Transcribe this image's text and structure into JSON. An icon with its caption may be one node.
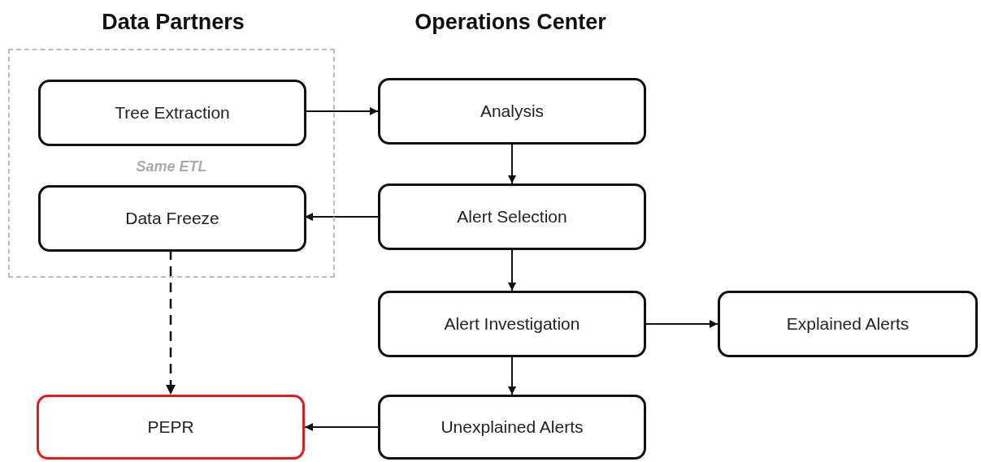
{
  "diagram": {
    "nodes": [
      {
        "text": [
          "Same ETL"
        ]
      },
      {
        "text": [
          "Tree Extraction"
        ],
        "in": 0
      },
      {
        "text": [
          "Data Freeze"
        ],
        "in": 0
      },
      {
        "text": [
          "Analysis"
        ]
      },
      {
        "text": [
          "Alert Selection"
        ]
      },
      {
        "text": [
          "Alert Investigation"
        ]
      },
      {
        "text": [
          "Explained Alerts"
        ]
      },
      {
        "text": [
          "PEPR"
        ]
      },
      {
        "text": [
          "Unexplained Alerts"
        ]
      }
    ],
    "edges": [
      {
        "from": 1,
        "to": 3,
        "arrow": "to"
      },
      {
        "from": 3,
        "to": 4,
        "arrow": "to"
      },
      {
        "from": 4,
        "to": 2,
        "arrow": "to"
      },
      {
        "from": 4,
        "to": 5,
        "arrow": "to"
      },
      {
        "from": 5,
        "to": 6,
        "arrow": "to"
      },
      {
        "from": 5,
        "to": 8,
        "arrow": "to"
      },
      {
        "from": 8,
        "to": 7,
        "arrow": "to"
      },
      {
        "from": 2,
        "to": 7,
        "arrow": "to",
        "style": "dashed"
      }
    ],
    "labels": [
      "Data Partners",
      "Operations Center"
    ]
  }
}
